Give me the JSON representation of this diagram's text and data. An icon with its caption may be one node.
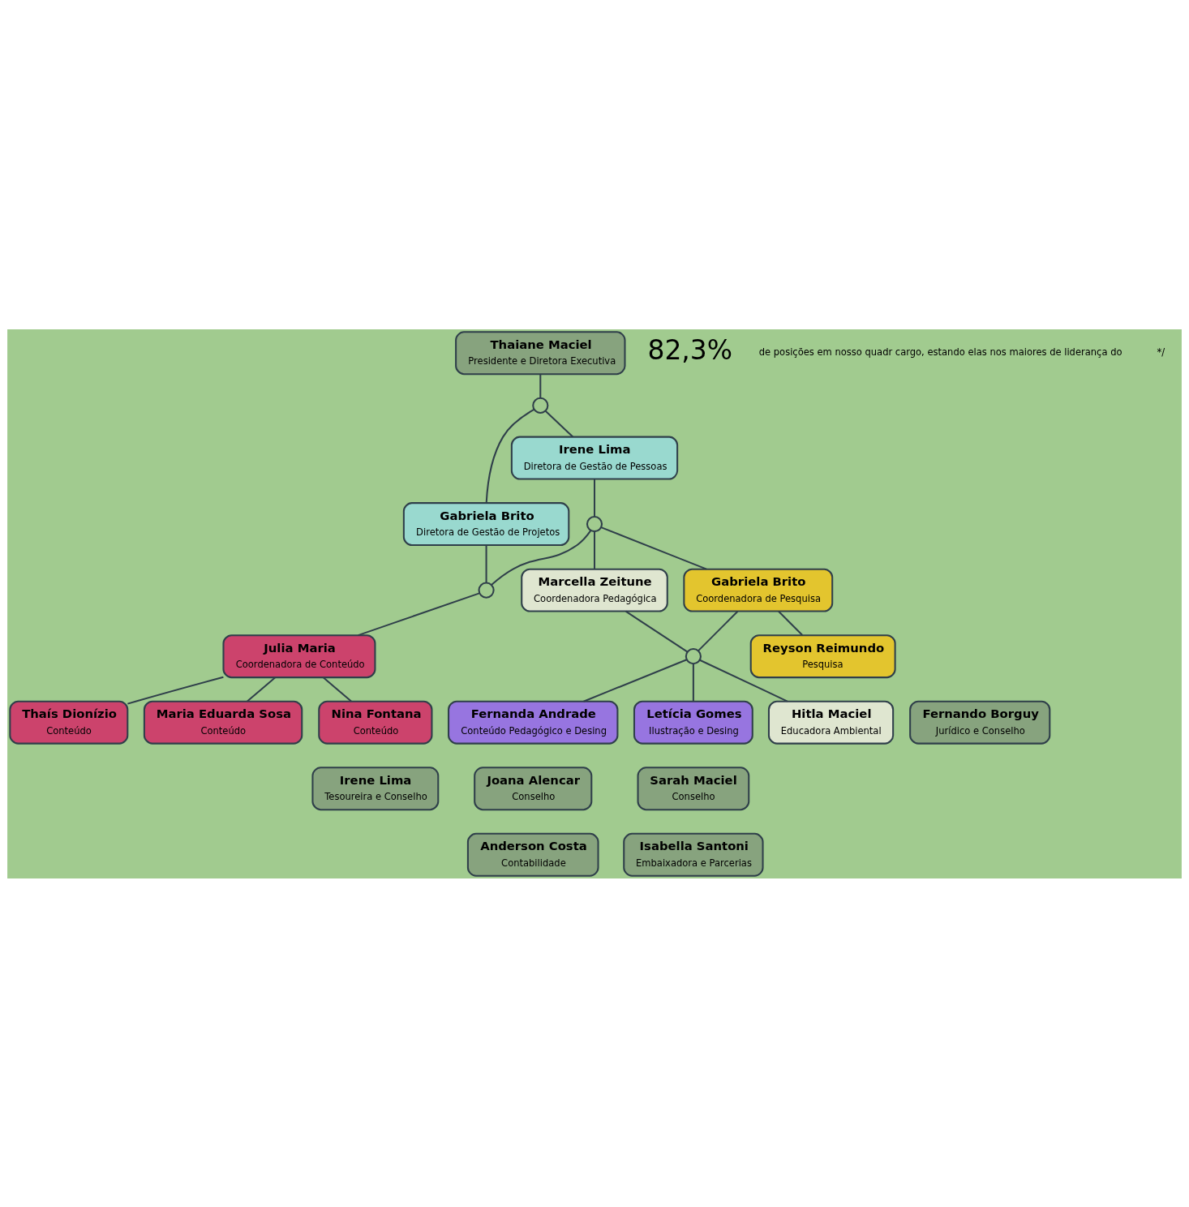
{
  "diagram": {
    "nodes": [
      {
        "text": [
          "Thaiane Maciel",
          "Presidente e Diretora Executiva"
        ]
      },
      {
        "text": [],
        "shape": "circle"
      },
      {
        "text": [
          "Irene Lima",
          "Diretora de Gestão de Pessoas"
        ]
      },
      {
        "text": [
          "Gabriela Brito",
          "Diretora de Gestão de Projetos"
        ]
      },
      {
        "text": [],
        "shape": "circle"
      },
      {
        "text": [],
        "shape": "circle"
      },
      {
        "text": [
          "Marcella Zeitune",
          "Coordenadora Pedagógica"
        ]
      },
      {
        "text": [
          "Gabriela Brito",
          "Coordenadora de Pesquisa"
        ]
      },
      {
        "text": [
          "Julia Maria",
          "Coordenadora de Conteúdo"
        ]
      },
      {
        "text": [],
        "shape": "circle"
      },
      {
        "text": [
          "Fernanda Andrade",
          "Conteúdo Pedagógico e Desing"
        ]
      },
      {
        "text": [
          "Letícia Gomes",
          "Ilustração e Desing"
        ]
      },
      {
        "text": [
          "Hitla Maciel",
          "Educadora Ambiental"
        ]
      },
      {
        "text": [
          "Thaís Dionízio",
          "Conteúdo"
        ]
      },
      {
        "text": [
          "Maria Eduarda Sosa",
          "Conteúdo"
        ]
      },
      {
        "text": [
          "Joana Alencar",
          "Conselho"
        ]
      },
      {
        "text": [
          "Sarah Maciel",
          "Conselho"
        ]
      },
      {
        "text": [
          "Reyson Reimundo",
          "Pesquisa"
        ]
      },
      {
        "text": [
          "Nina Fontana",
          "Conteúdo"
        ]
      },
      {
        "text": [
          "Anderson Costa",
          "Contabilidade"
        ]
      },
      {
        "text": [
          "Isabella Santoni",
          "Embaixadora e Parcerias"
        ]
      },
      {
        "text": [
          "Fernando Borguy",
          "Jurídico e Conselho"
        ]
      },
      {
        "text": [
          "Irene Lima",
          "Tesoureira e Conselho"
        ]
      }
    ],
    "edges": [
      {
        "from": 0,
        "to": 1,
        "arrow": "none"
      },
      {
        "from": 1,
        "to": 2,
        "arrow": "none"
      },
      {
        "from": 1,
        "to": 3,
        "arrow": "none"
      },
      {
        "from": 2,
        "to": 4,
        "arrow": "none"
      },
      {
        "from": 3,
        "to": 5,
        "arrow": "none"
      },
      {
        "from": 4,
        "to": 5,
        "arrow": "none"
      },
      {
        "from": 4,
        "to": 6,
        "arrow": "none"
      },
      {
        "from": 4,
        "to": 7,
        "arrow": "none"
      },
      {
        "from": 5,
        "to": 8,
        "arrow": "none"
      },
      {
        "from": 6,
        "to": 9,
        "arrow": "none"
      },
      {
        "from": 7,
        "to": 9,
        "arrow": "none"
      },
      {
        "from": 9,
        "to": 10,
        "arrow": "none"
      },
      {
        "from": 9,
        "to": 11,
        "arrow": "none"
      },
      {
        "from": 9,
        "to": 12,
        "arrow": "none"
      },
      {
        "from": 7,
        "to": 17,
        "arrow": "none"
      },
      {
        "from": 8,
        "to": 13,
        "arrow": "none"
      },
      {
        "from": 8,
        "to": 14,
        "arrow": "none"
      },
      {
        "from": 8,
        "to": 18,
        "arrow": "none"
      }
    ],
    "labels": [
      "82,3%",
      "de posições em nosso quadr cargo, estando elas nos maiores de liderança do",
      "*/"
    ]
  }
}
